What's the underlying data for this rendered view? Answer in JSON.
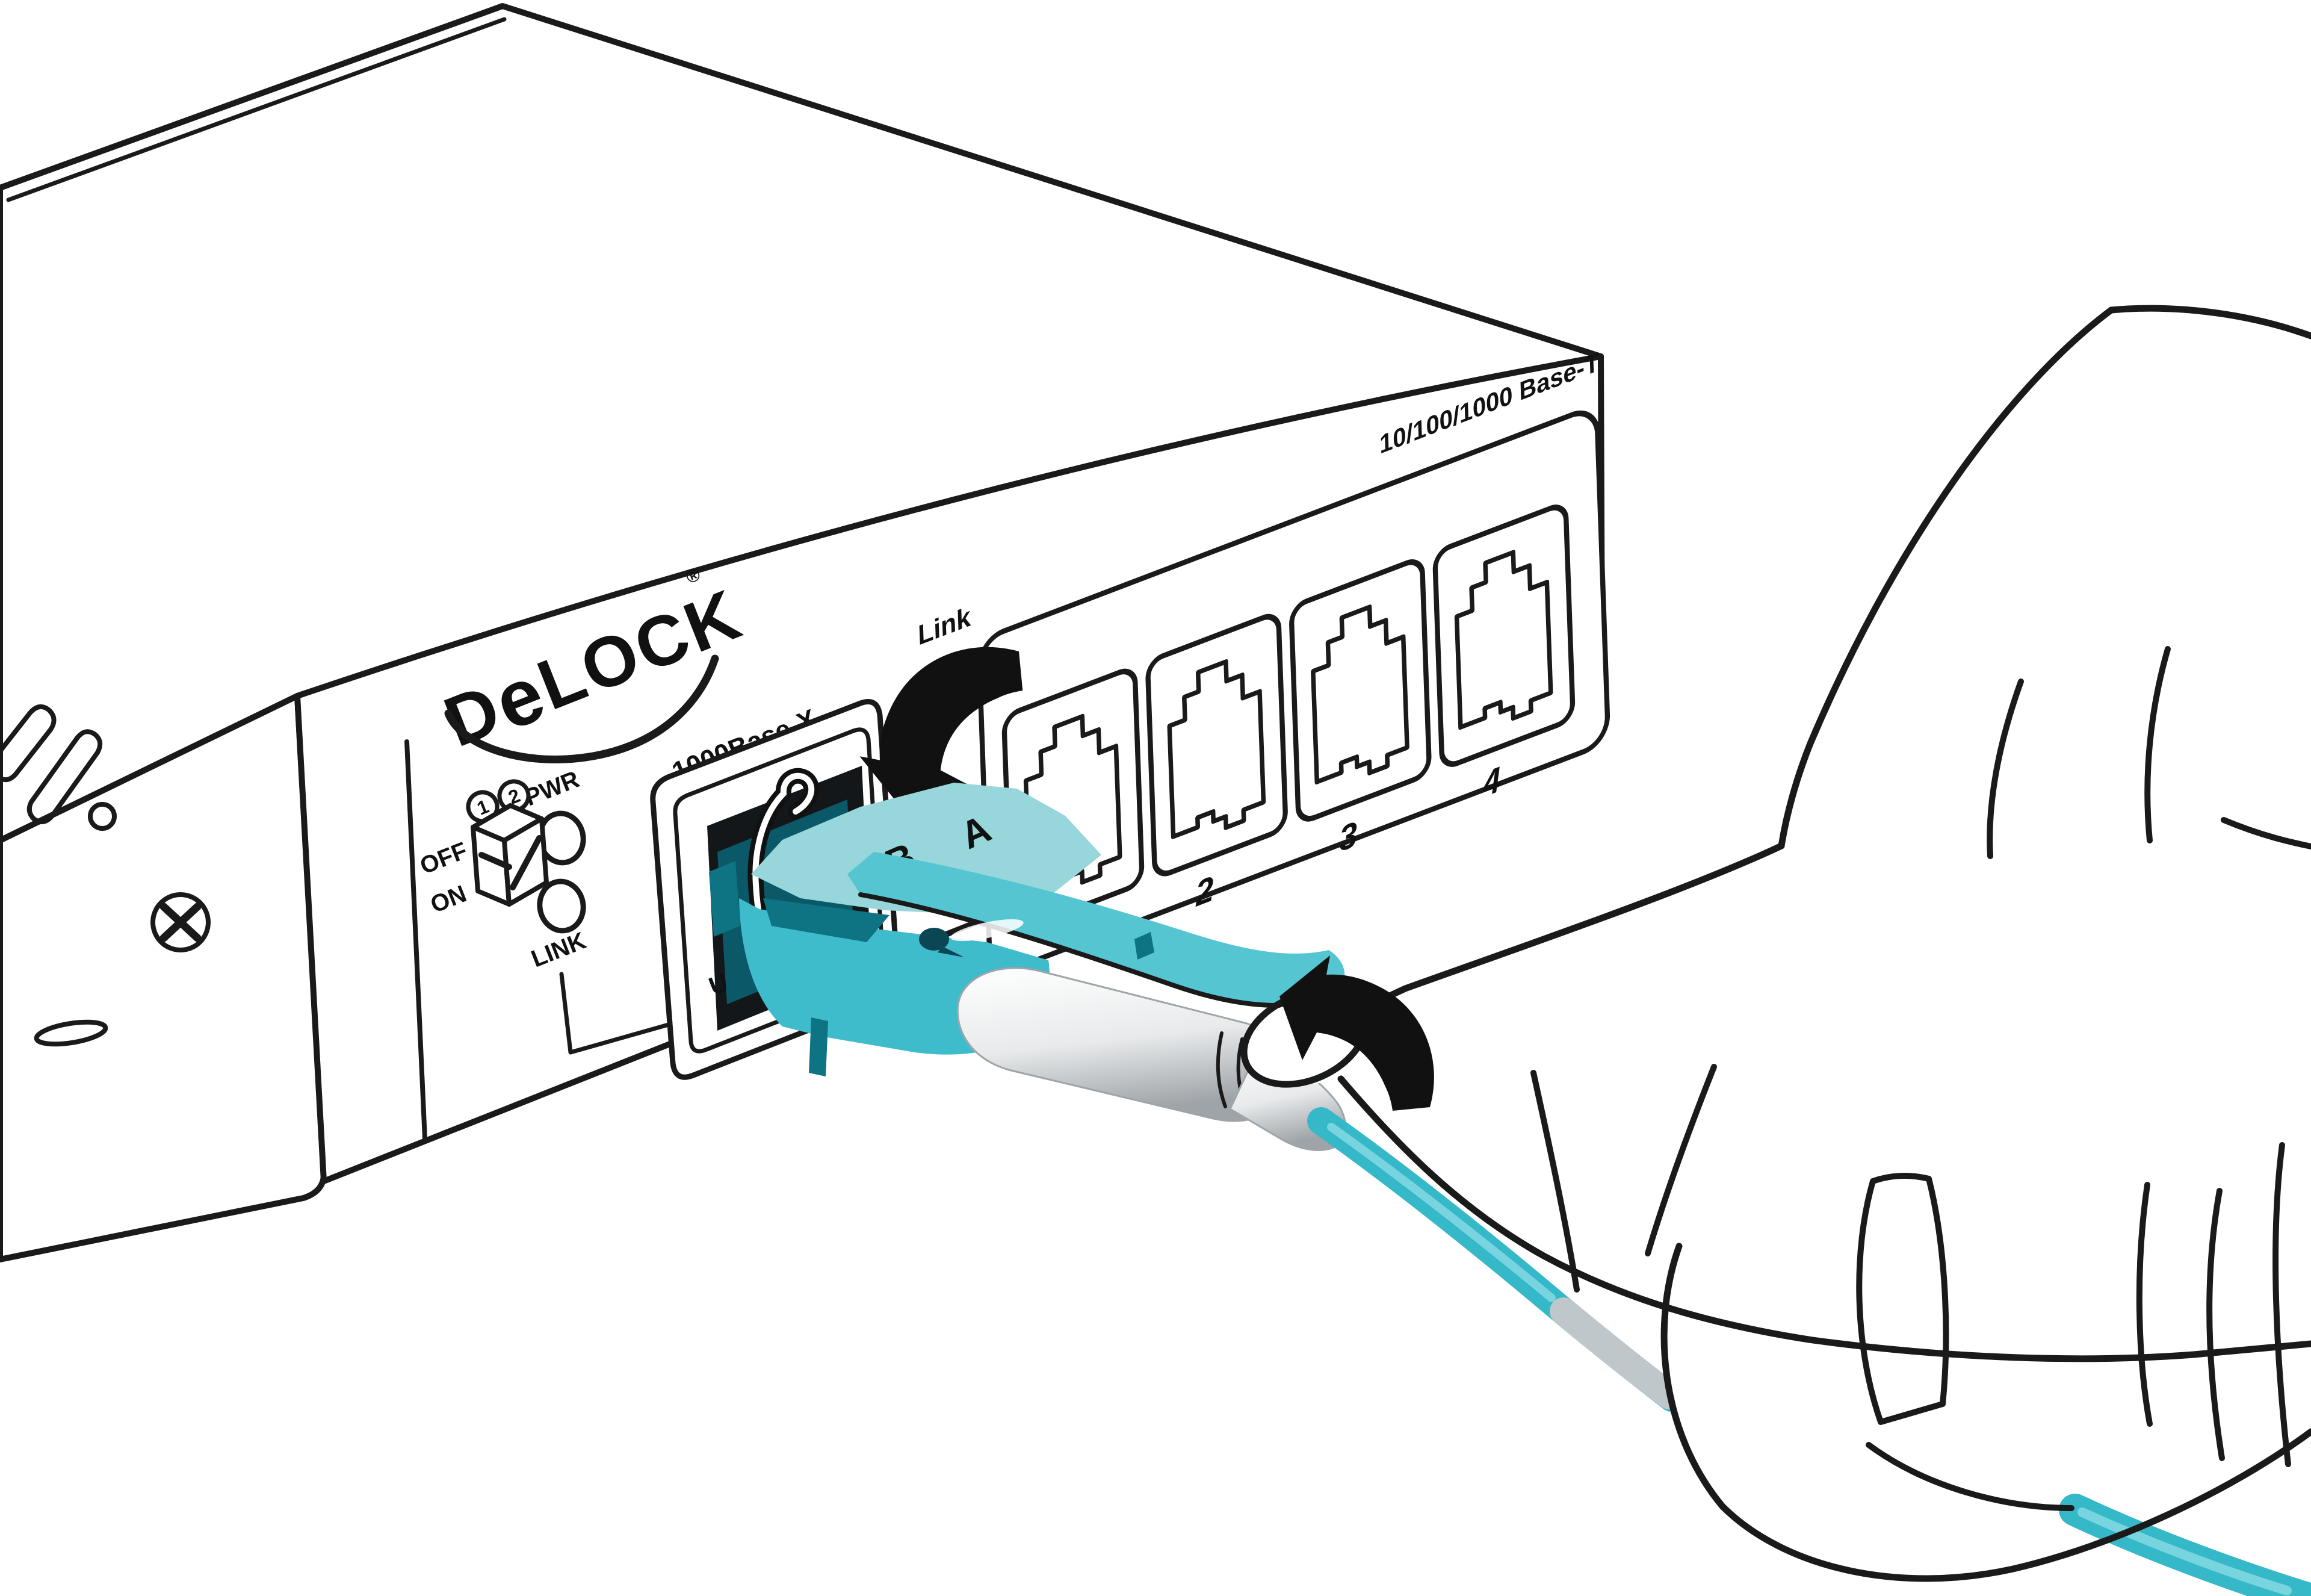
{
  "illustration": {
    "description": "Instruction drawing: hand inserting an LC duplex fiber-optic cable into the SFP slot of a Delock switch",
    "device": {
      "brand_display": [
        "D",
        "e",
        "LOCK"
      ],
      "brand_mark": "®",
      "sfp_label": "1000Base-X",
      "uplink_label": "UPLINK",
      "leds": {
        "pwr": "PWR",
        "link": "LINK"
      },
      "power_switch": {
        "off": "OFF",
        "on": "ON",
        "dip1": "1",
        "dip2": "2"
      },
      "rj45": {
        "link_label": "Link",
        "standard_label": "10/100/1000 Base-T",
        "port_numbers": [
          "2",
          "3",
          "4"
        ]
      }
    },
    "connector": {
      "fiber_labels": [
        "B",
        "A"
      ]
    },
    "icons": [
      "insert-rotate-arrow-icon",
      "push-rotate-arrow-icon",
      "screw-icon",
      "vent-slot-icon",
      "led-icon",
      "dip-switch-icon"
    ],
    "colors": {
      "outline": "#1a1a1a",
      "teal_main": "#3fbccb",
      "teal_light": "#97d6da",
      "teal_lever": "#55c5d2",
      "teal_dark": "#0e7383",
      "teal_deep": "#0a5868",
      "cable": "#35b8c8",
      "boot_gray": "#9fa4a8",
      "background": "#ffffff"
    }
  }
}
